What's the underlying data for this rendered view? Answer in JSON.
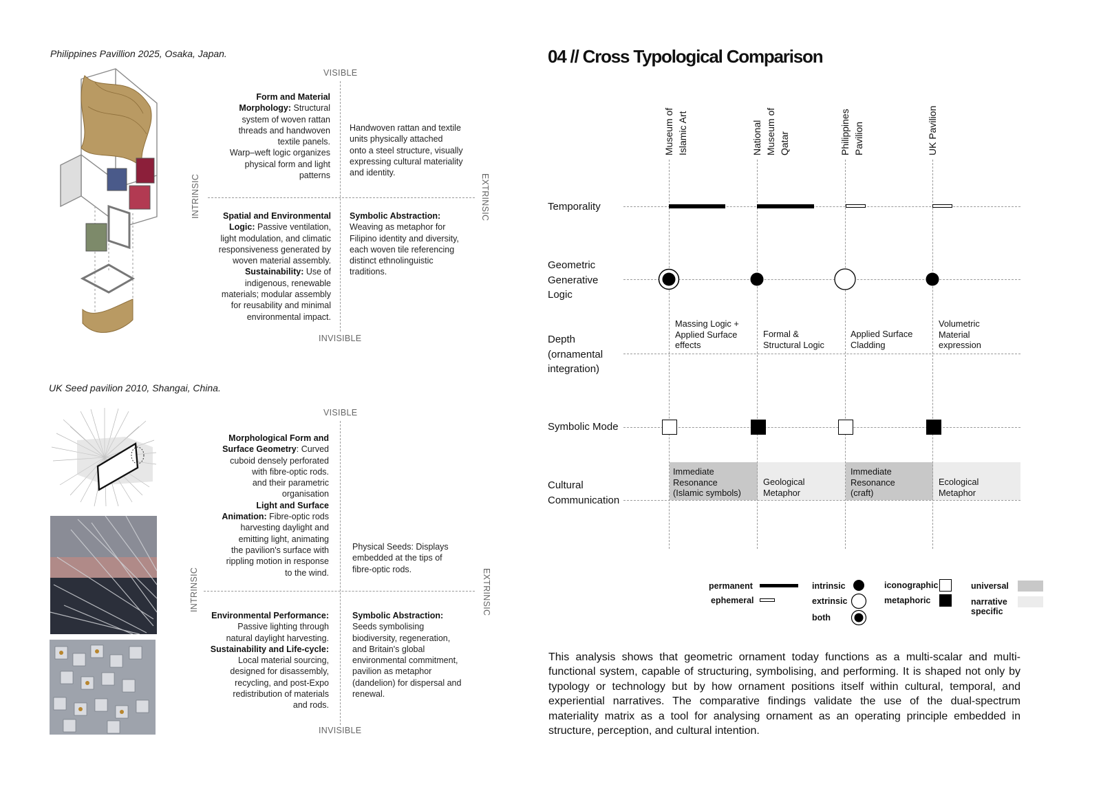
{
  "left": {
    "phil": {
      "caption": "Philippines Pavillion 2025, Osaka, Japan.",
      "visible": "VISIBLE",
      "invisible": "INVISIBLE",
      "intrinsic": "INTRINSIC",
      "extrinsic": "EXTRINSIC",
      "q1_h1": "Form and Material",
      "q1_h2": "Morphology:",
      "q1_t1": "Structural",
      "q1_lines": [
        "system of woven rattan",
        "threads and handwoven",
        "textile panels.",
        "Warp–weft logic organizes",
        "physical form and light",
        "patterns"
      ],
      "q2_lines": [
        "Handwoven rattan and textile",
        "units physically attached",
        "onto a steel structure, visually",
        "expressing cultural materiality",
        "and identity."
      ],
      "q3_h1": "Spatial and Environmental",
      "q3_h2": "Logic:",
      "q3_t1": "Passive ventilation,",
      "q3_lines_a": [
        "light modulation, and climatic",
        "responsiveness generated by",
        "woven material assembly."
      ],
      "q3_h3": "Sustainability:",
      "q3_t2": "Use of",
      "q3_lines_b": [
        "indigenous, renewable",
        "materials; modular assembly",
        "for reusability and minimal",
        "environmental impact."
      ],
      "q4_h": "Symbolic Abstraction:",
      "q4_lines": [
        "Weaving as metaphor for",
        "Filipino identity and diversity,",
        "each woven tile referencing",
        "distinct ethnolinguistic",
        "traditions."
      ]
    },
    "uk": {
      "caption": "UK Seed pavilion 2010, Shangai, China.",
      "visible": "VISIBLE",
      "invisible": "INVISIBLE",
      "intrinsic": "INTRINSIC",
      "extrinsic": "EXTRINSIC",
      "q1_h1": "Morphological Form and",
      "q1_h2": "Surface Geometry",
      "q1_t1": ": Curved",
      "q1_lines_a": [
        "cuboid densely perforated",
        "with fibre-optic rods.",
        "and their parametric",
        "organisation"
      ],
      "q1_h3": "Light and Surface",
      "q1_h4": "Animation:",
      "q1_t2": "Fibre-optic rods",
      "q1_lines_b": [
        "harvesting daylight and",
        "emitting light, animating",
        "the pavilion's surface with",
        "rippling motion in response",
        "to the wind."
      ],
      "q2_lines": [
        "Physical Seeds: Displays",
        "embedded at the tips of",
        "fibre-optic rods."
      ],
      "q3_h1": "Environmental Performance:",
      "q3_lines_a": [
        "Passive lighting through",
        "natural daylight harvesting."
      ],
      "q3_h2": "Sustainability and Life-cycle:",
      "q3_lines_b": [
        "Local material sourcing,",
        "designed for disassembly,",
        "recycling, and post-Expo",
        "redistribution of materials",
        "and rods."
      ],
      "q4_h": "Symbolic Abstraction:",
      "q4_lines": [
        "Seeds symbolising",
        "biodiversity, regeneration,",
        "and Britain's global",
        "environmental commitment,",
        "pavilion as metaphor",
        "(dandelion) for dispersal and",
        "renewal."
      ]
    }
  },
  "right": {
    "title": "04 // Cross Typological Comparison",
    "columns": [
      {
        "lines": [
          "Museum of",
          "Islamic Art"
        ]
      },
      {
        "lines": [
          "National",
          "Museum of",
          "Qatar"
        ]
      },
      {
        "lines": [
          "Philippines",
          "Pavilion"
        ]
      },
      {
        "lines": [
          "UK Pavilion"
        ]
      }
    ],
    "rows": {
      "temporality": [
        "Temporality"
      ],
      "geometric": [
        "Geometric",
        "Generative",
        "Logic"
      ],
      "depth": [
        "Depth",
        "(ornamental",
        "integration)"
      ],
      "symbolic": [
        "Symbolic Mode"
      ],
      "cultural": [
        "Cultural",
        "Communication"
      ]
    },
    "temporality_values": [
      "permanent",
      "permanent",
      "ephemeral",
      "ephemeral"
    ],
    "geometric_values": [
      "both",
      "intrinsic",
      "extrinsic",
      "intrinsic"
    ],
    "symbolic_values": [
      "iconographic",
      "metaphoric",
      "iconographic",
      "metaphoric"
    ],
    "depth_values": [
      [
        "Massing Logic +",
        "Applied Surface",
        "effects"
      ],
      [
        "Formal &",
        "Structural Logic"
      ],
      [
        "Applied Surface",
        "Cladding"
      ],
      [
        "Volumetric",
        "Material",
        "expression"
      ]
    ],
    "cultural_values": [
      {
        "lines": [
          "Immediate",
          "Resonance",
          "(Islamic symbols)"
        ],
        "kind": "universal"
      },
      {
        "lines": [
          "Geological",
          "Metaphor"
        ],
        "kind": "narrative specific"
      },
      {
        "lines": [
          "Immediate",
          "Resonance",
          "(craft)"
        ],
        "kind": "universal"
      },
      {
        "lines": [
          "Ecological",
          "Metaphor"
        ],
        "kind": "narrative specific"
      }
    ],
    "legend": {
      "permanent": "permanent",
      "ephemeral": "ephemeral",
      "intrinsic": "intrinsic",
      "extrinsic": "extrinsic",
      "both": "both",
      "iconographic": "iconographic",
      "metaphoric": "metaphoric",
      "universal": "universal",
      "narrative1": "narrative",
      "narrative2": "specific"
    },
    "colors": {
      "universal": "#c8c8c8",
      "narrative": "#ececec",
      "ink": "#000000"
    },
    "paragraph": "This analysis shows that geometric ornament today functions as a multi-scalar and multi-functional system, capable of structuring, symbolising, and performing. It is shaped not only by typology or technology but by how ornament positions itself within cultural, temporal, and experiential narratives. The comparative findings validate the use of the dual-spectrum materiality matrix as a tool for analysing ornament as an operating principle embedded in structure, perception, and cultural intention."
  }
}
